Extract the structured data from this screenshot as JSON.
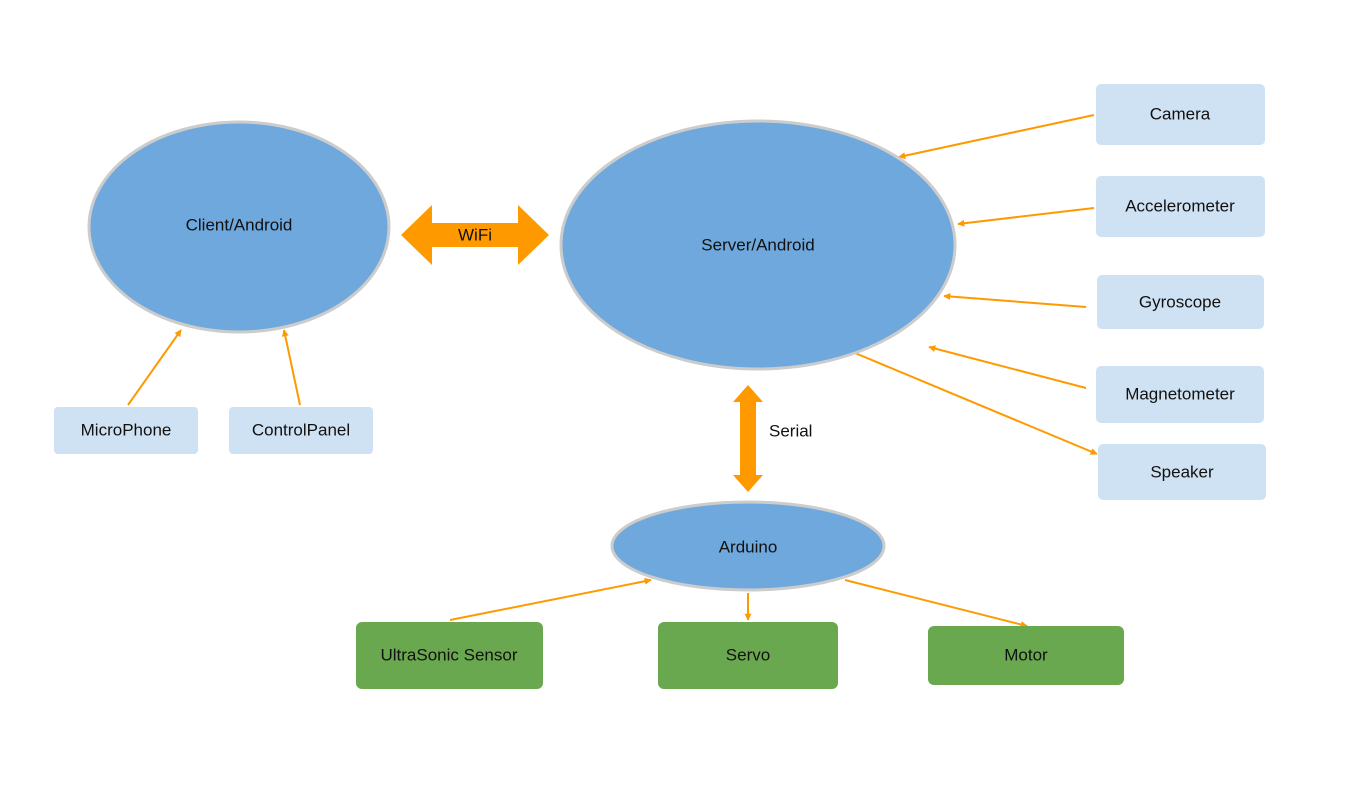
{
  "colors": {
    "ellipse_fill": "#6fa8dc",
    "ellipse_stroke": "#cccccc",
    "sensor_fill": "#cfe2f3",
    "actuator_fill": "#6aa84f",
    "arrow": "#ff9900",
    "text": "#111111"
  },
  "nodes": {
    "client": "Client/Android",
    "server": "Server/Android",
    "arduino": "Arduino",
    "microphone": "MicroPhone",
    "control_panel": "ControlPanel",
    "camera": "Camera",
    "accelerometer": "Accelerometer",
    "gyroscope": "Gyroscope",
    "magnetometer": "Magnetometer",
    "speaker": "Speaker",
    "ultrasonic": "UltraSonic Sensor",
    "servo": "Servo",
    "motor": "Motor"
  },
  "links": {
    "wifi": "WiFi",
    "serial": "Serial"
  }
}
